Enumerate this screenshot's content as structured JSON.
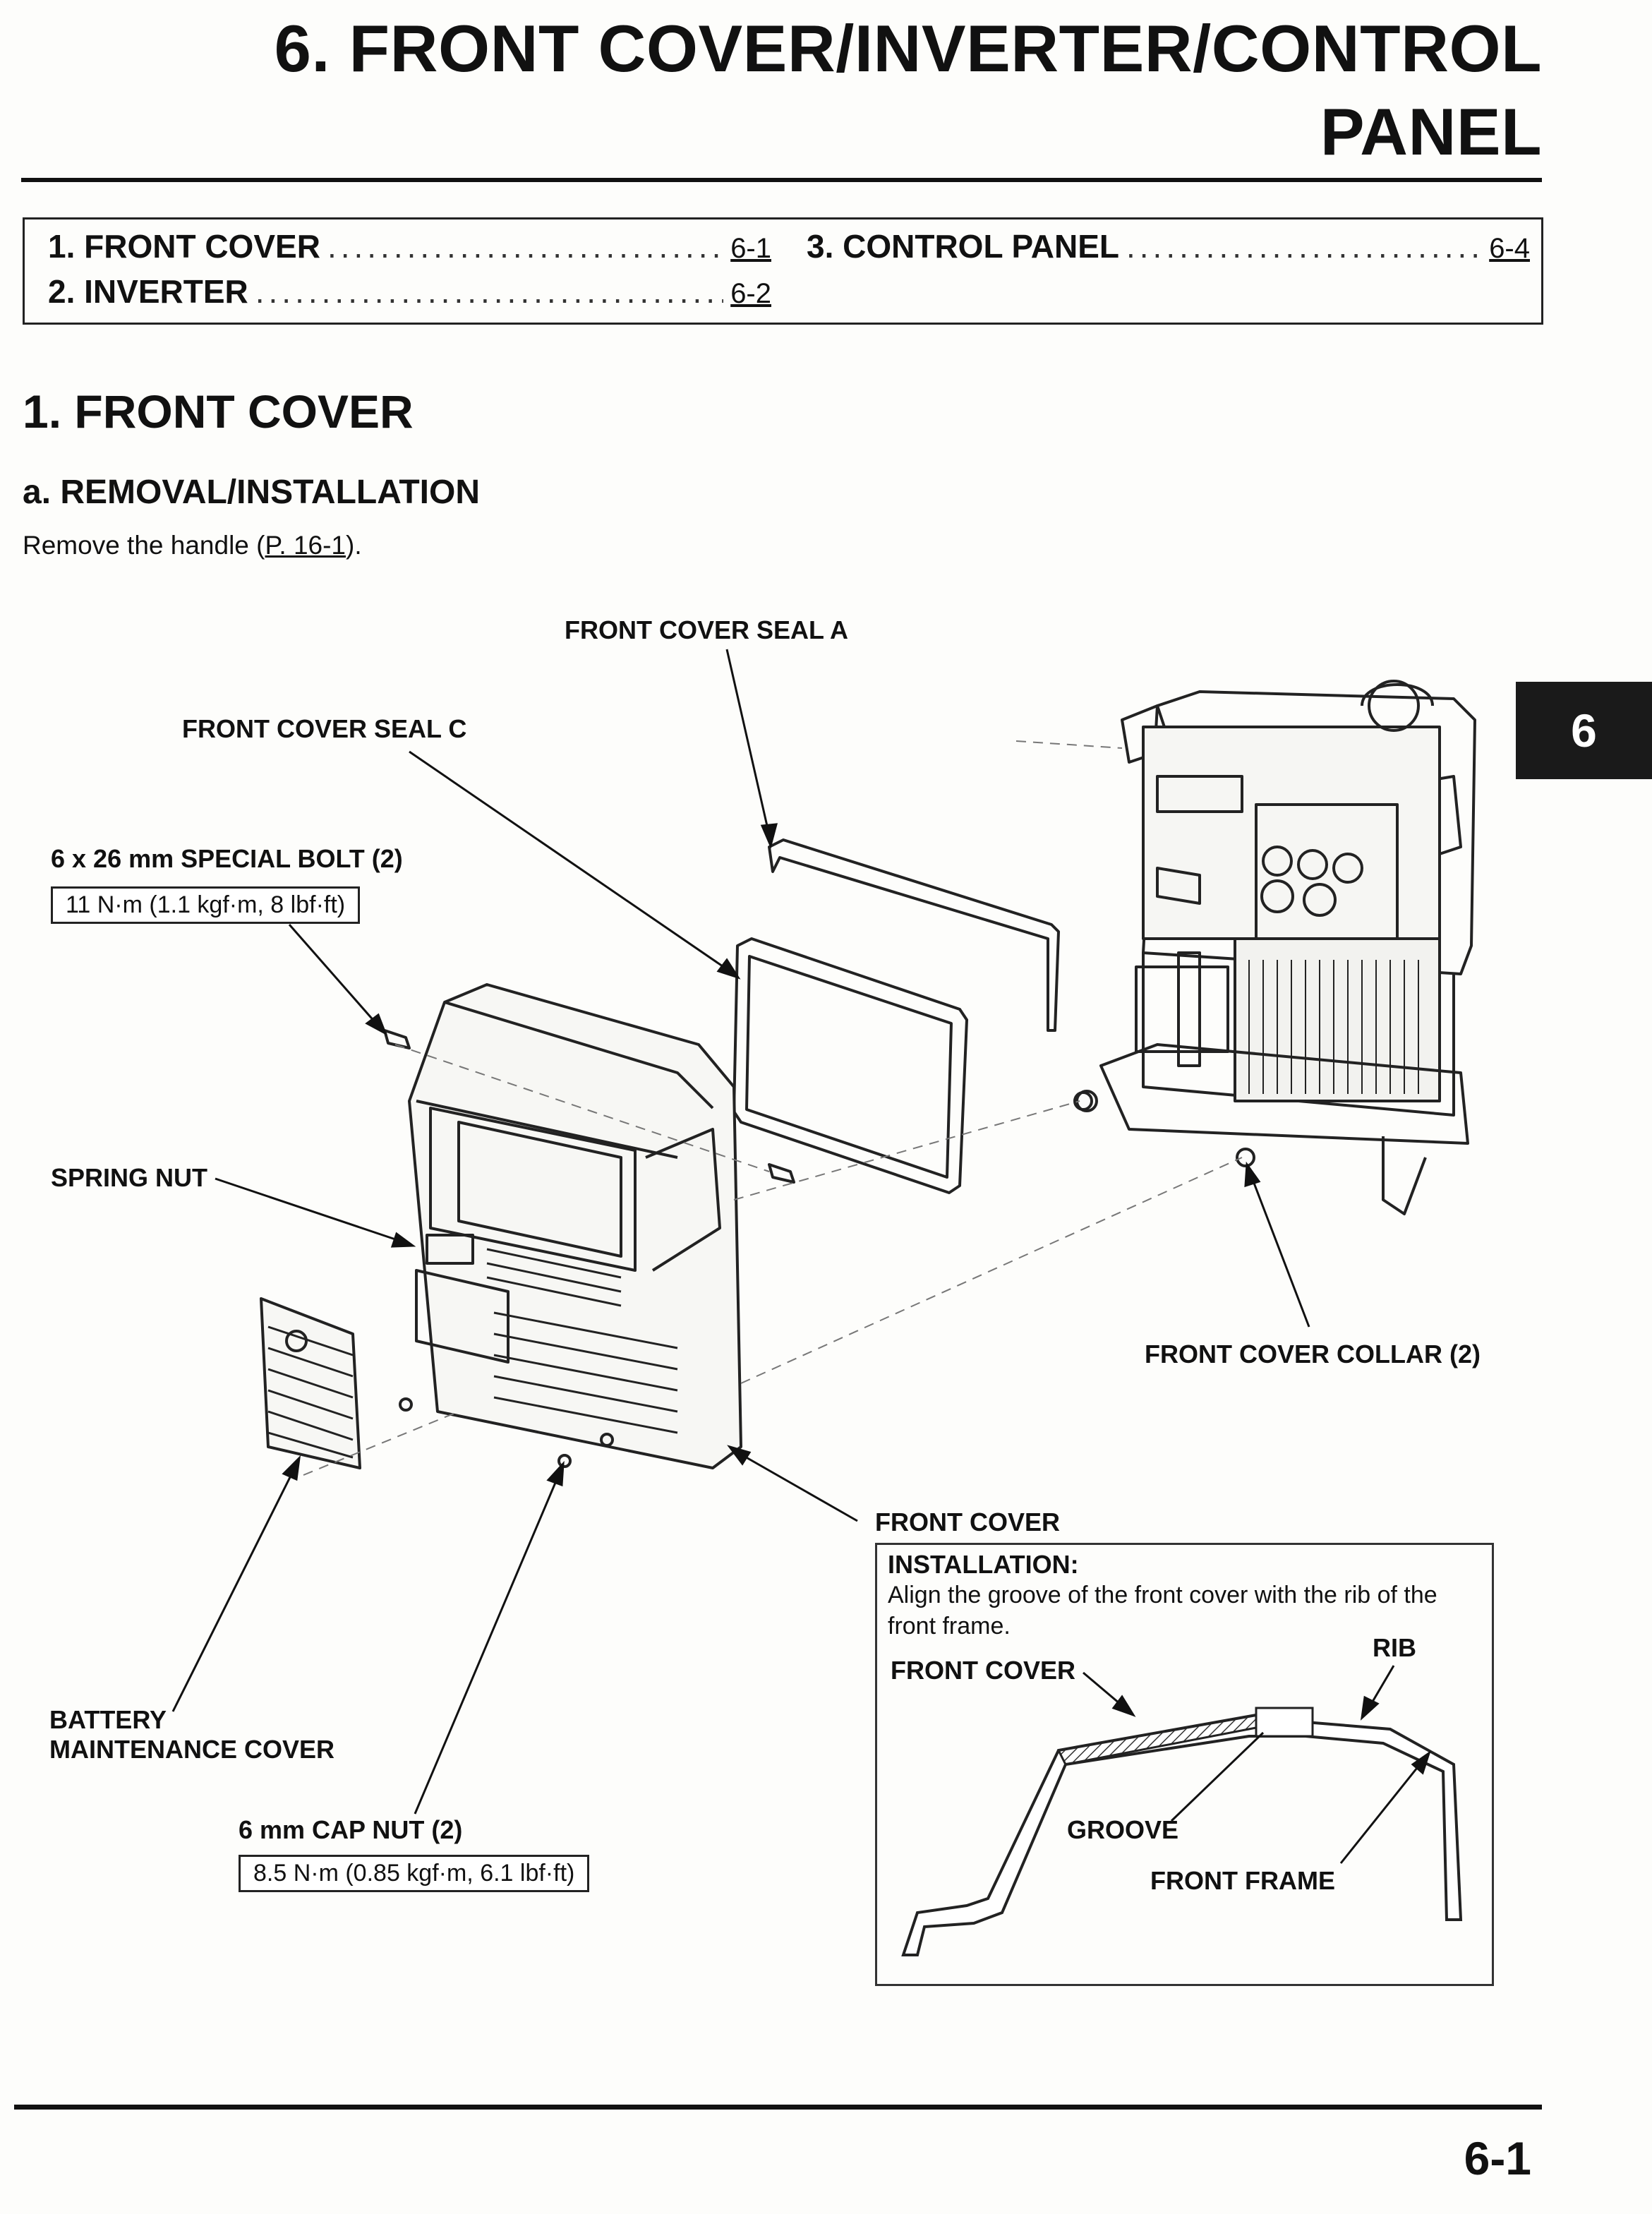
{
  "header": {
    "title_line1": "6. FRONT COVER/INVERTER/CONTROL",
    "title_line2": "PANEL"
  },
  "toc": [
    {
      "label": "1. FRONT COVER",
      "page": "6-1"
    },
    {
      "label": "2. INVERTER",
      "page": "6-2"
    },
    {
      "label": "3. CONTROL PANEL",
      "page": "6-4"
    }
  ],
  "section": {
    "heading": "1. FRONT COVER",
    "subheading": "a. REMOVAL/INSTALLATION",
    "intro_text": "Remove the handle (",
    "intro_link": "P. 16-1",
    "intro_end": ")."
  },
  "diagram": {
    "labels": {
      "seal_a": "FRONT COVER SEAL A",
      "seal_c": "FRONT COVER SEAL C",
      "special_bolt": "6 x 26 mm SPECIAL BOLT (2)",
      "spring_nut": "SPRING NUT",
      "collar": "FRONT COVER COLLAR (2)",
      "front_cover": "FRONT COVER",
      "battery_line1": "BATTERY",
      "battery_line2": "MAINTENANCE COVER",
      "cap_nut": "6 mm CAP NUT (2)"
    },
    "torque": {
      "special_bolt": "11 N·m (1.1 kgf·m, 8 lbf·ft)",
      "cap_nut": "8.5 N·m (0.85 kgf·m, 6.1 lbf·ft)"
    },
    "installation": {
      "heading": "INSTALLATION:",
      "text": "Align the groove of the front cover with the rib of the front frame.",
      "front_cover": "FRONT COVER",
      "rib": "RIB",
      "groove": "GROOVE",
      "front_frame": "FRONT FRAME"
    }
  },
  "side_tab": "6",
  "footer": {
    "page_number": "6-1"
  }
}
